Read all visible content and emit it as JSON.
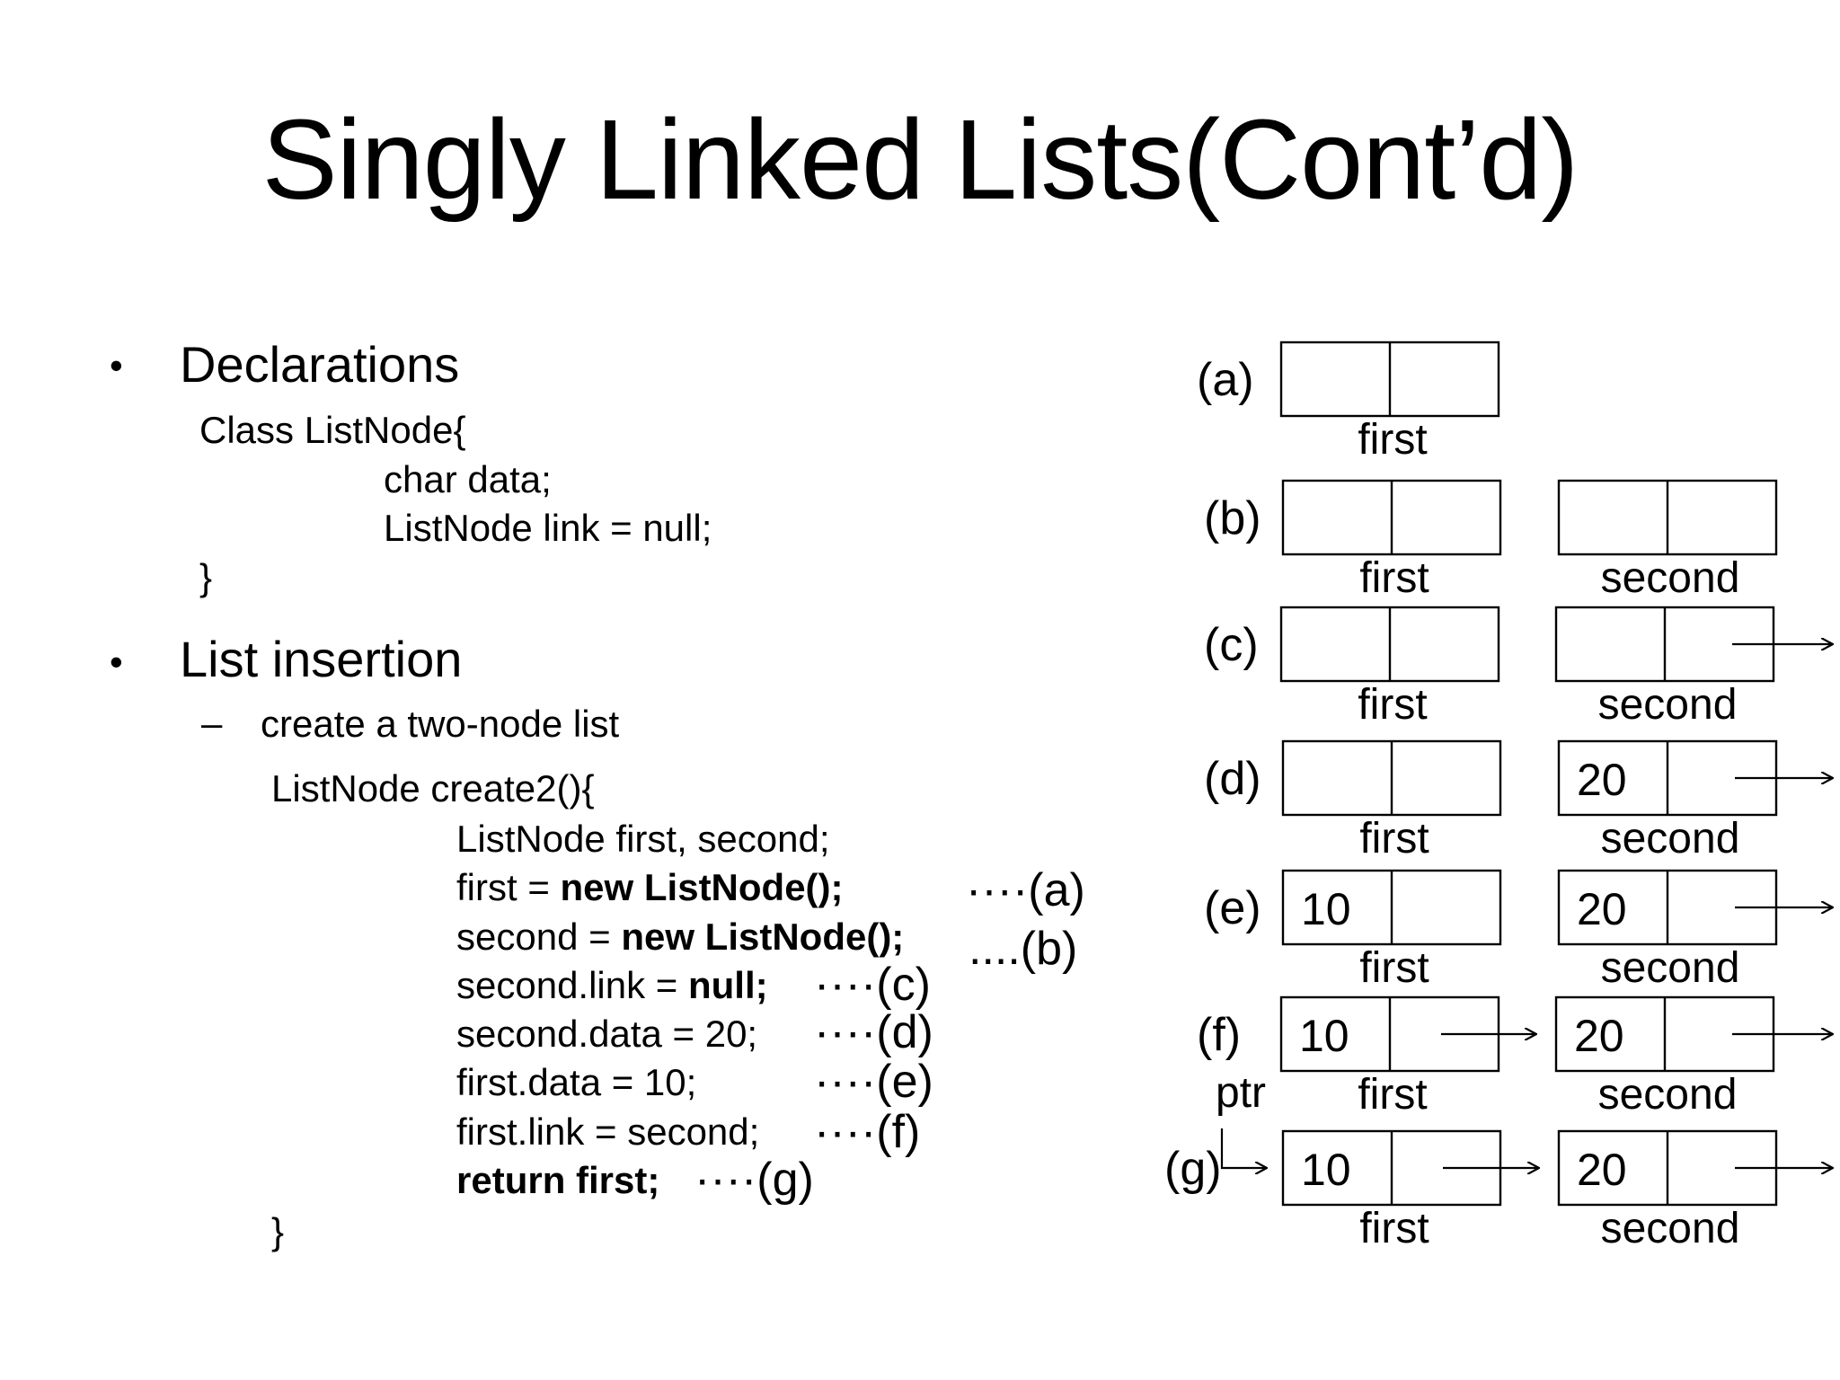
{
  "slide": {
    "title": "Singly Linked Lists(Cont’d)",
    "bullet_char": "•",
    "dash_char": "–",
    "declarations": {
      "heading": "Declarations",
      "lines": [
        "Class ListNode{",
        "char data;",
        "ListNode link = null;",
        "}"
      ]
    },
    "insertion": {
      "heading": "List insertion",
      "subheading": "create a two-node list",
      "func_open": "ListNode create2(){",
      "func_decl": "ListNode first, second;",
      "stmt_a_prefix": "first = ",
      "stmt_a_bold": "new ListNode();",
      "stmt_b_prefix": "second = ",
      "stmt_b_bold": "new ListNode();",
      "stmt_c_prefix": "second.link = ",
      "stmt_c_bold": "null;",
      "stmt_d": "second.data = 20;",
      "stmt_e": "first.data = 10;",
      "stmt_f": "first.link = second;",
      "stmt_g_bold": "return first;",
      "func_close": "}",
      "mark_a": "····(a)",
      "mark_b": "....(b)",
      "mark_c": "····(c)",
      "mark_d": "····(d)",
      "mark_e": "····(e)",
      "mark_f": "····(f)",
      "mark_g": "····(g)"
    }
  },
  "diagram": {
    "steps": [
      {
        "label": "(a)",
        "first": {
          "data": "",
          "caption": "first"
        },
        "second": null,
        "first_link": false,
        "second_null_arrow": false
      },
      {
        "label": "(b)",
        "first": {
          "data": "",
          "caption": "first"
        },
        "second": {
          "data": "",
          "caption": "second"
        },
        "first_link": false,
        "second_null_arrow": false
      },
      {
        "label": "(c)",
        "first": {
          "data": "",
          "caption": "first"
        },
        "second": {
          "data": "",
          "caption": "second"
        },
        "first_link": false,
        "second_null_arrow": true
      },
      {
        "label": "(d)",
        "first": {
          "data": "",
          "caption": "first"
        },
        "second": {
          "data": "20",
          "caption": "second"
        },
        "first_link": false,
        "second_null_arrow": true
      },
      {
        "label": "(e)",
        "first": {
          "data": "10",
          "caption": "first"
        },
        "second": {
          "data": "20",
          "caption": "second"
        },
        "first_link": false,
        "second_null_arrow": true
      },
      {
        "label": "(f)",
        "first": {
          "data": "10",
          "caption": "first"
        },
        "second": {
          "data": "20",
          "caption": "second"
        },
        "first_link": true,
        "second_null_arrow": true
      },
      {
        "label": "(g)",
        "first": {
          "data": "10",
          "caption": "first"
        },
        "second": {
          "data": "20",
          "caption": "second"
        },
        "first_link": true,
        "second_null_arrow": true,
        "pointer_label": "ptr"
      }
    ]
  }
}
